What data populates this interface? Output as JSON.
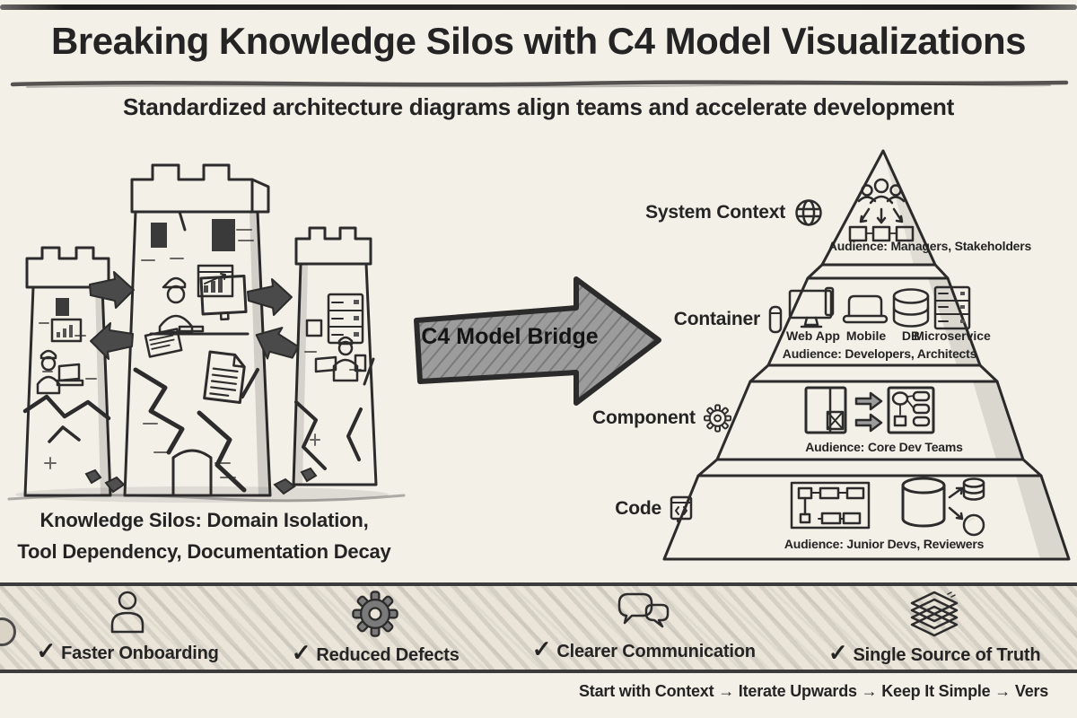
{
  "title": "Breaking Knowledge Silos with C4 Model Visualizations",
  "subtitle": "Standardized architecture diagrams align teams and accelerate development",
  "silos": {
    "caption_line1": "Knowledge Silos: Domain Isolation,",
    "caption_line2": "Tool Dependency, Documentation Decay"
  },
  "bridge": {
    "label": "C4 Model Bridge"
  },
  "pyramid": {
    "levels": [
      {
        "name": "System Context",
        "icon": "globe-icon",
        "audience": "Audience: Managers, Stakeholders"
      },
      {
        "name": "Container",
        "icon": "container-icon",
        "audience": "Audience: Developers, Architects",
        "items": [
          "Web App",
          "Mobile",
          "DB",
          "Microservice"
        ]
      },
      {
        "name": "Component",
        "icon": "gear-icon",
        "audience": "Audience: Core Dev Teams"
      },
      {
        "name": "Code",
        "icon": "code-doc-icon",
        "audience": "Audience: Junior Devs, Reviewers"
      }
    ]
  },
  "benefits": {
    "check": "✓",
    "items": [
      {
        "icon": "person-icon",
        "label": "Faster Onboarding"
      },
      {
        "icon": "gear-icon",
        "label": "Reduced Defects"
      },
      {
        "icon": "speech-bubbles-icon",
        "label": "Clearer Communication"
      },
      {
        "icon": "layers-icon",
        "label": "Single Source of Truth"
      }
    ]
  },
  "footer": "Start with Context → Iterate Upwards → Keep It Simple → Vers",
  "colors": {
    "background": "#f3f0e7",
    "ink": "#2c2c2c",
    "band": "#454545",
    "mid_gray": "#9c9c9c"
  }
}
